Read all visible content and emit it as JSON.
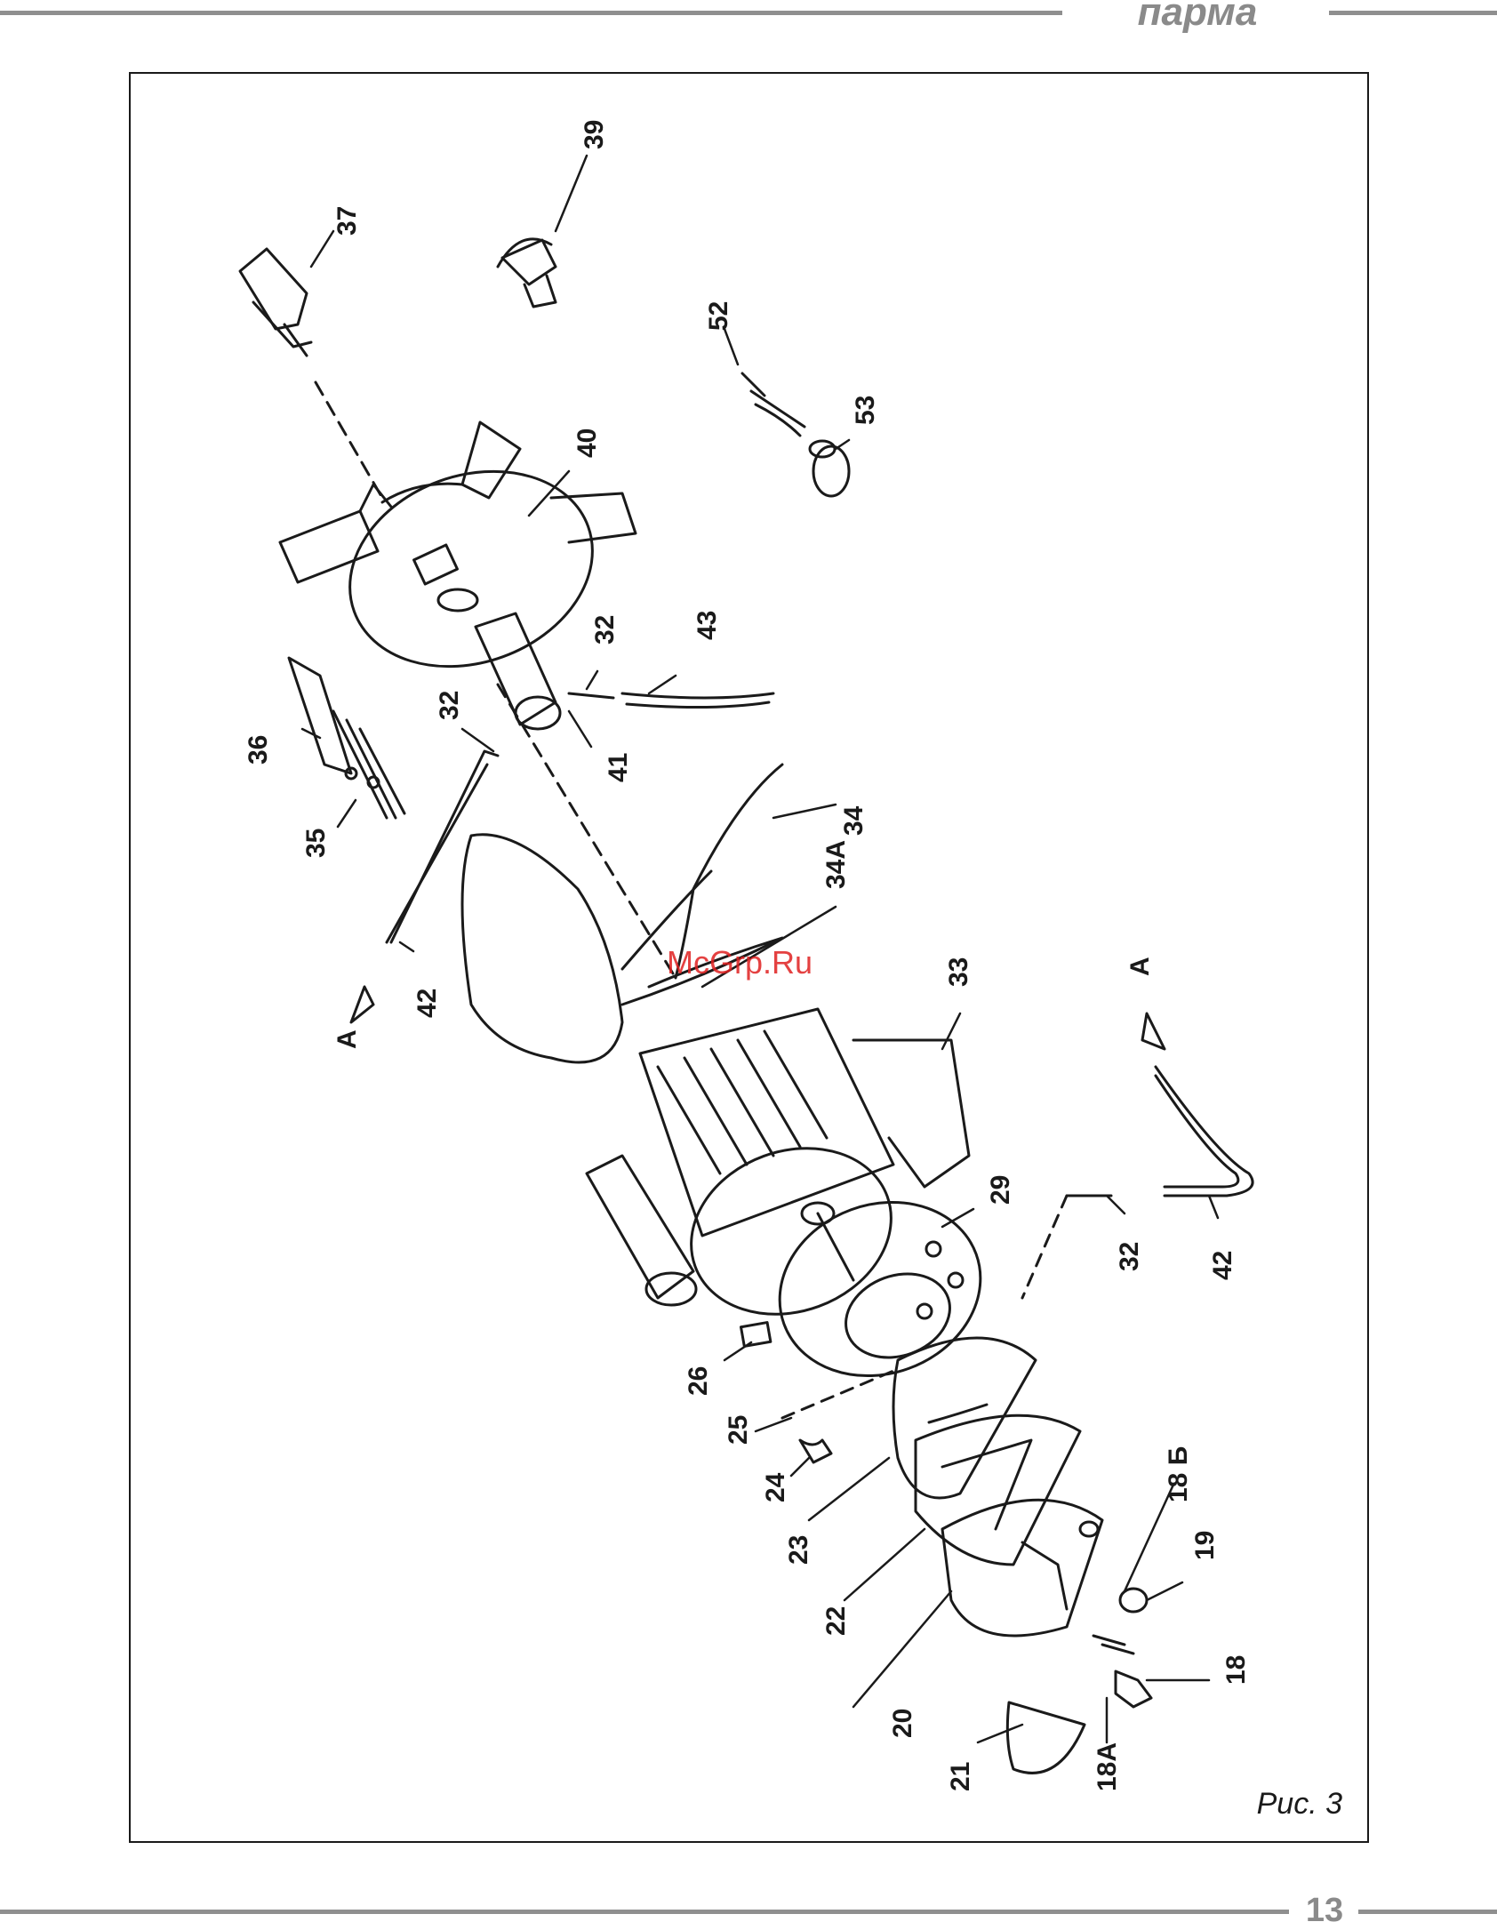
{
  "header": {
    "brand": "парма"
  },
  "figure": {
    "caption": "Рис. 3",
    "watermark": "McGrp.Ru",
    "callouts": {
      "p37": "37",
      "p39": "39",
      "p52": "52",
      "p53": "53",
      "p40": "40",
      "p32a": "32",
      "p43": "43",
      "p32b": "32",
      "p41": "41",
      "p36": "36",
      "p35": "35",
      "p34": "34",
      "p34a": "34А",
      "p42a": "42",
      "pA1": "A",
      "p33": "33",
      "pA2": "A",
      "p29": "29",
      "p32c": "32",
      "p42b": "42",
      "p26": "26",
      "p25": "25",
      "p24": "24",
      "p23": "23",
      "p18b": "18 Б",
      "p22": "22",
      "p19": "19",
      "p18": "18",
      "p20": "20",
      "p18a": "18А",
      "p21": "21"
    }
  },
  "footer": {
    "page_number": "13"
  },
  "colors": {
    "rule": "#8f8f8f",
    "ink": "#1a1a1a",
    "watermark": "#e02020"
  }
}
